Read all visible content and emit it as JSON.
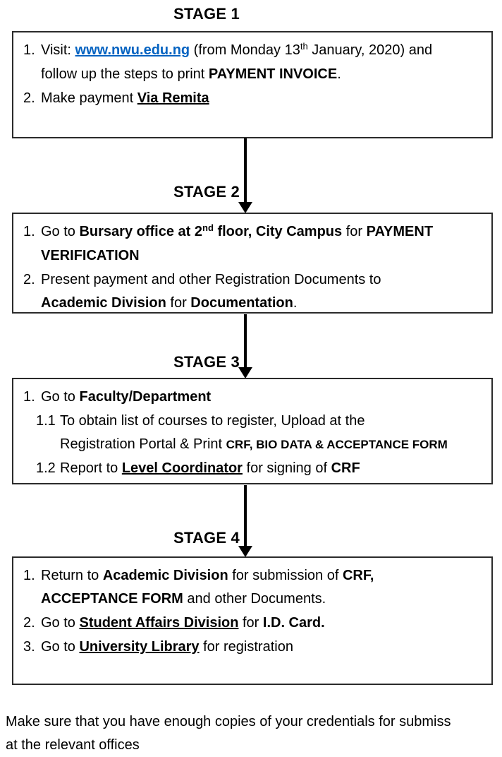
{
  "colors": {
    "link": "#0563C1",
    "border": "#2b2b2b",
    "arrow": "#000000",
    "text": "#000000"
  },
  "stages": [
    {
      "label": "STAGE 1",
      "items": [
        {
          "num": "1.",
          "sub": false,
          "lines": [
            [
              {
                "t": "Visit: ",
                "s": "n"
              },
              {
                "t": "www.nwu.edu.ng",
                "s": "link"
              },
              {
                "t": " (from Monday 13",
                "s": "n"
              },
              {
                "t": "th",
                "s": "sup"
              },
              {
                "t": " January, 2020) and",
                "s": "n"
              }
            ],
            [
              {
                "t": "follow up the steps to print ",
                "s": "n"
              },
              {
                "t": "PAYMENT INVOICE",
                "s": "b"
              },
              {
                "t": ".",
                "s": "n"
              }
            ]
          ]
        },
        {
          "num": "2.",
          "sub": false,
          "lines": [
            [
              {
                "t": "Make payment ",
                "s": "n"
              },
              {
                "t": "Via Remita",
                "s": "bu"
              }
            ]
          ]
        }
      ]
    },
    {
      "label": "STAGE 2",
      "items": [
        {
          "num": "1.",
          "sub": false,
          "lines": [
            [
              {
                "t": "Go to ",
                "s": "n"
              },
              {
                "t": "Bursary office at 2",
                "s": "b"
              },
              {
                "t": "nd",
                "s": "bsup"
              },
              {
                "t": " floor, City Campus",
                "s": "b"
              },
              {
                "t": " for ",
                "s": "n"
              },
              {
                "t": "PAYMENT",
                "s": "b"
              }
            ],
            [
              {
                "t": "VERIFICATION",
                "s": "b"
              }
            ]
          ]
        },
        {
          "num": "2.",
          "sub": false,
          "lines": [
            [
              {
                "t": "Present payment and other Registration Documents to",
                "s": "n"
              }
            ],
            [
              {
                "t": "Academic Division",
                "s": "b"
              },
              {
                "t": " for ",
                "s": "n"
              },
              {
                "t": "Documentation",
                "s": "b"
              },
              {
                "t": ".",
                "s": "n"
              }
            ]
          ]
        }
      ]
    },
    {
      "label": "STAGE 3",
      "items": [
        {
          "num": "1.",
          "sub": false,
          "lines": [
            [
              {
                "t": "Go to ",
                "s": "n"
              },
              {
                "t": "Faculty/Department",
                "s": "b"
              }
            ]
          ]
        },
        {
          "num": "1.1",
          "sub": true,
          "lines": [
            [
              {
                "t": "To obtain list of courses to register, Upload at the",
                "s": "n"
              }
            ],
            [
              {
                "t": "Registration Portal & Print ",
                "s": "n"
              },
              {
                "t": "CRF, BIO DATA & ACCEPTANCE FORM",
                "s": "bs"
              }
            ]
          ]
        },
        {
          "num": "1.2",
          "sub": true,
          "lines": [
            [
              {
                "t": "Report to ",
                "s": "n"
              },
              {
                "t": "Level Coordinator",
                "s": "bu"
              },
              {
                "t": " for signing of ",
                "s": "n"
              },
              {
                "t": "CRF",
                "s": "b"
              }
            ]
          ]
        }
      ]
    },
    {
      "label": "STAGE 4",
      "items": [
        {
          "num": "1.",
          "sub": false,
          "lines": [
            [
              {
                "t": "Return to ",
                "s": "n"
              },
              {
                "t": "Academic Division",
                "s": "b"
              },
              {
                "t": " for submission of ",
                "s": "n"
              },
              {
                "t": "CRF,",
                "s": "b"
              }
            ],
            [
              {
                "t": "ACCEPTANCE FORM",
                "s": "b"
              },
              {
                "t": " and other Documents.",
                "s": "n"
              }
            ]
          ]
        },
        {
          "num": "2.",
          "sub": false,
          "lines": [
            [
              {
                "t": "Go to ",
                "s": "n"
              },
              {
                "t": "Student Affairs Division",
                "s": "bu"
              },
              {
                "t": " for ",
                "s": "n"
              },
              {
                "t": "I.D. Card.",
                "s": "b"
              }
            ]
          ]
        },
        {
          "num": "3.",
          "sub": false,
          "lines": [
            [
              {
                "t": "Go to ",
                "s": "n"
              },
              {
                "t": "University Library",
                "s": "bu"
              },
              {
                "t": " for registration",
                "s": "n"
              }
            ]
          ]
        }
      ]
    }
  ],
  "footer": {
    "line1": "Make sure that you have enough copies of your credentials for submiss",
    "line2": "at the relevant offices"
  }
}
